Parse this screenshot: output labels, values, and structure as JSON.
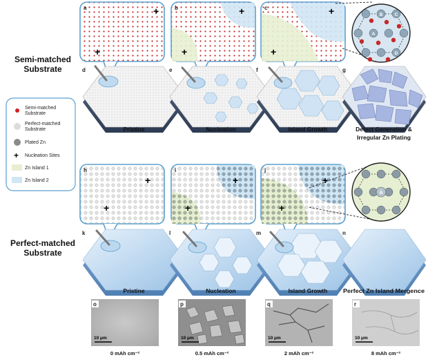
{
  "rows": [
    {
      "title_line1": "Semi-matched",
      "title_line2": "Substrate",
      "panel_labels": [
        "a",
        "b",
        "c",
        "d",
        "e",
        "f",
        "g"
      ],
      "captions": [
        "Pristine",
        "Nucleation",
        "Island Growth",
        "Defect Generation &",
        "Irregular Zn Plating"
      ],
      "zoom_labels": [
        "B",
        "A",
        "C",
        "D"
      ]
    },
    {
      "title_line1": "Perfect-matched",
      "title_line2": "Substrate",
      "panel_labels": [
        "h",
        "i",
        "j",
        "k",
        "l",
        "m",
        "n"
      ],
      "captions": [
        "Pristine",
        "Nucleation",
        "Island Growth",
        "Perfect Zn Island Mergence"
      ],
      "zoom_labels": [
        "A"
      ]
    }
  ],
  "legend": {
    "items": [
      {
        "label_line1": "Semi-matched",
        "label_line2": "Substrate",
        "color": "#d32020"
      },
      {
        "label_line1": "Perfect-matched",
        "label_line2": "Substrate",
        "color": "#dcdcdc"
      },
      {
        "label_line1": "Plated Zn",
        "label_line2": "",
        "color": "#8a8a8a"
      },
      {
        "label_line1": "Nucleation Sites",
        "label_line2": "",
        "color": "#111111"
      },
      {
        "label_line1": "Zn Island 1",
        "label_line2": "",
        "color": "#e7efd2"
      },
      {
        "label_line1": "Zn Island 2",
        "label_line2": "",
        "color": "#d0e6f4"
      }
    ]
  },
  "sem": {
    "panel_labels": [
      "o",
      "p",
      "q",
      "r"
    ],
    "scale_bar": "10 μm",
    "units": [
      "0 mAh cm⁻²",
      "0.5 mAh cm⁻²",
      "2 mAh cm⁻²",
      "8 mAh cm⁻²"
    ]
  },
  "colors": {
    "semi_dot": "#c62828",
    "perfect_dot": "#d0d0d0",
    "zn_island_1": "#e7efd2",
    "zn_island_2": "#d0e6f4",
    "border": "#5aa0cf"
  }
}
